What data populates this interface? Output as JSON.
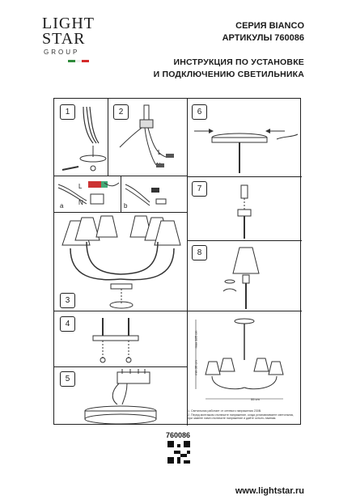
{
  "logo": {
    "line1": "LIGHT",
    "line2": "STAR",
    "line3": "GROUP",
    "flag_colors": [
      "#2e8b3a",
      "#ffffff",
      "#d42a2a"
    ]
  },
  "header": {
    "series": "СЕРИЯ BIANCO",
    "article": "АРТИКУЛЫ 760086",
    "instruction_line1": "ИНСТРУКЦИЯ ПО УСТАНОВКЕ",
    "instruction_line2": "И ПОДКЛЮЧЕНИЮ СВЕТИЛЬНИКА"
  },
  "steps": {
    "s1": "1",
    "s2": "2",
    "s3": "3",
    "s4": "4",
    "s5": "5",
    "s6": "6",
    "s7": "7",
    "s8": "8"
  },
  "sublabels": {
    "a": "a",
    "b": "b",
    "L": "L",
    "N": "N"
  },
  "dimensions": {
    "width": "55 cm",
    "height_min": "min 36 cm",
    "height_max": "max 185 cm"
  },
  "notes": [
    "1. Светильник работает от сетевого напряжения 230В.",
    "2. Перед монтажом отключите напряжение, когда устанавливаете светильник,",
    "при замене ламп отключите напряжение и дайте остыть лампам."
  ],
  "footer": {
    "article": "760086",
    "url": "www.lightstar.ru"
  }
}
